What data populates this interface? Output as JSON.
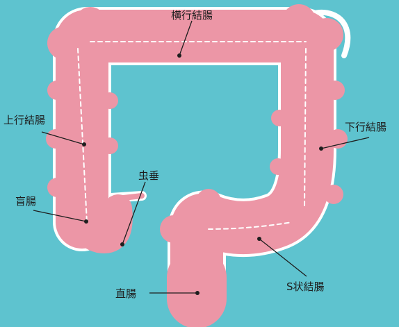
{
  "colors": {
    "background": "#5ec3cf",
    "colon_fill": "#ec96a6",
    "outline": "#ffffff",
    "leader_line": "#1e1e1e"
  },
  "labels": {
    "transverse": "横行結腸",
    "ascending": "上行結腸",
    "descending": "下行結腸",
    "appendix": "虫垂",
    "cecum": "盲腸",
    "rectum": "直腸",
    "sigmoid": "S状結腸"
  }
}
